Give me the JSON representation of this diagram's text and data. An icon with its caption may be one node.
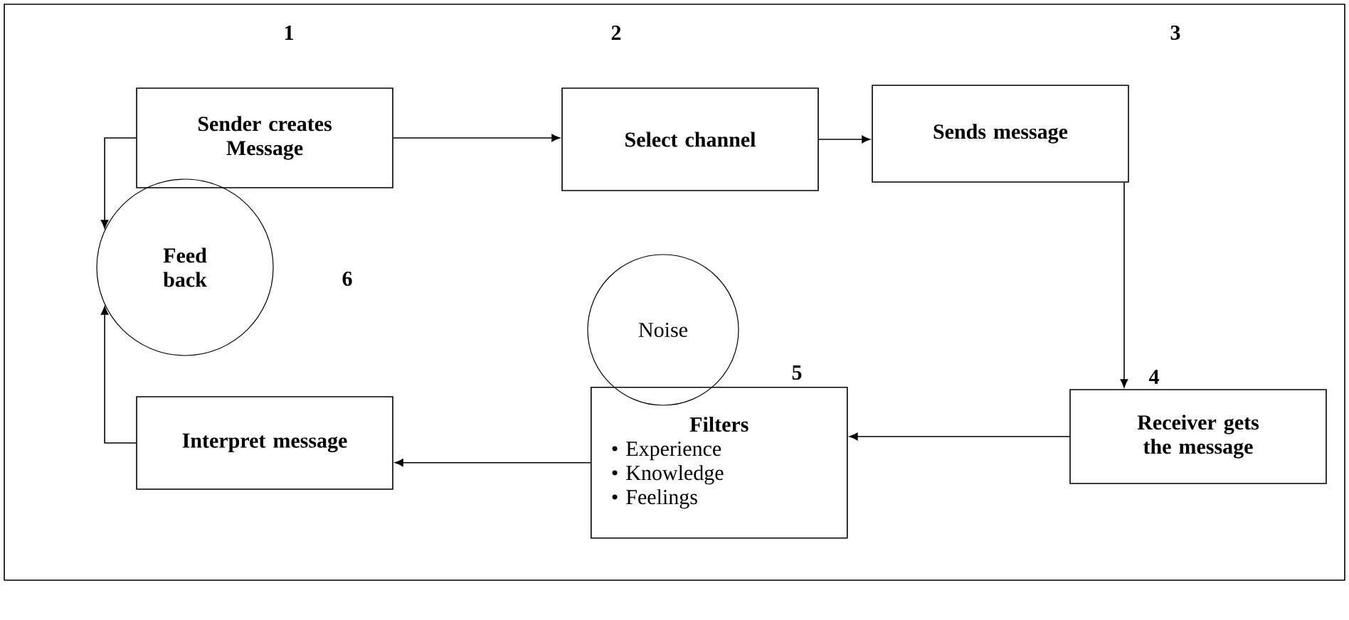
{
  "diagram": {
    "nodes": [
      {
        "text": [
          "Sender creates Message"
        ]
      },
      {
        "text": [
          "Select channel"
        ]
      },
      {
        "text": [
          "Sends message"
        ]
      },
      {
        "text": [
          "Receiver gets the message"
        ]
      },
      {
        "text": [
          "Filters",
          "• Experience",
          "• Knowledge",
          "• Feelings"
        ]
      },
      {
        "text": [
          "Interpret message"
        ]
      },
      {
        "text": [
          "Feed back"
        ]
      },
      {
        "text": [
          "Noise"
        ]
      }
    ],
    "edges": [
      {
        "from": 0,
        "to": 1,
        "arrow": "to"
      },
      {
        "from": 1,
        "to": 2,
        "arrow": "to"
      },
      {
        "from": 2,
        "to": 3,
        "arrow": "to"
      },
      {
        "from": 3,
        "to": 4,
        "arrow": "to"
      },
      {
        "from": 4,
        "to": 5,
        "arrow": "to"
      },
      {
        "from": 0,
        "to": 6,
        "arrow": "to"
      },
      {
        "from": 5,
        "to": 6,
        "arrow": "to"
      }
    ],
    "labels": [
      "1",
      "2",
      "3",
      "4",
      "5",
      "6"
    ]
  }
}
